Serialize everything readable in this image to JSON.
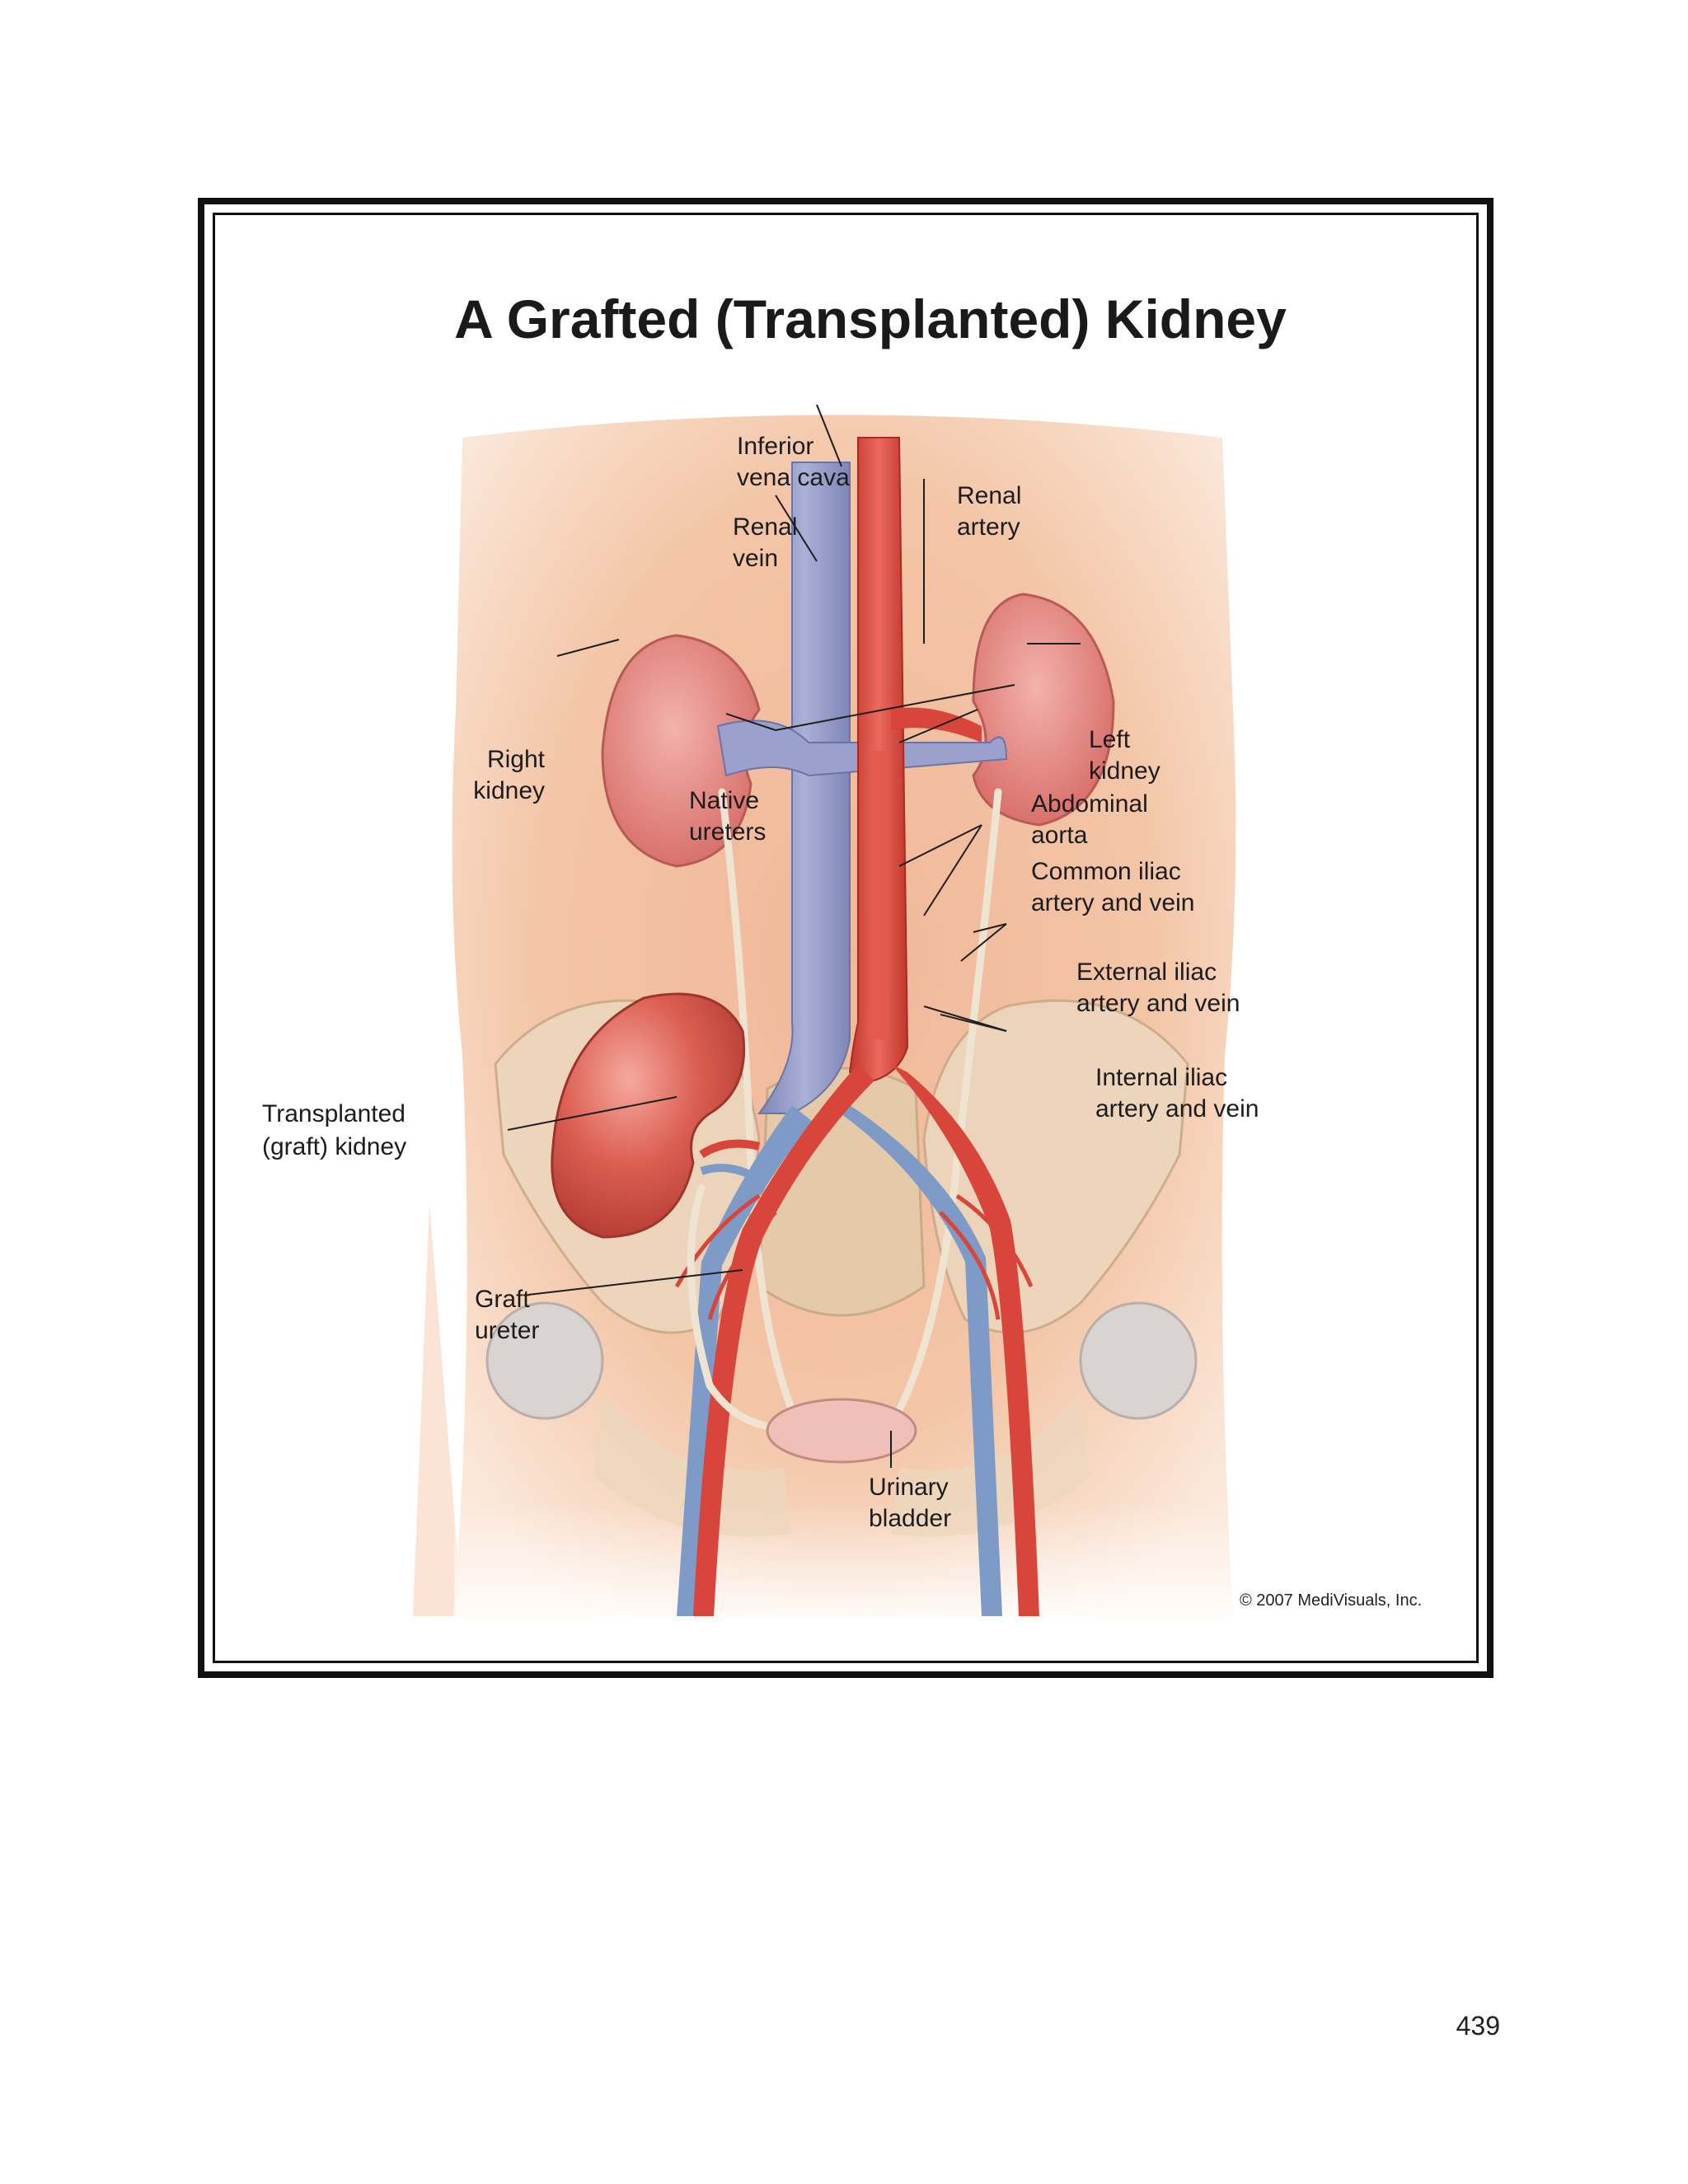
{
  "figure": {
    "title": "A Grafted (Transplanted) Kidney",
    "copyright": "© 2007 MediVisuals, Inc.",
    "labels": {
      "inferior_vena_cava": [
        "Inferior",
        "vena cava"
      ],
      "renal_vein": [
        "Renal",
        "vein"
      ],
      "renal_artery": [
        "Renal",
        "artery"
      ],
      "right_kidney": [
        "Right",
        "kidney"
      ],
      "left_kidney": [
        "Left",
        "kidney"
      ],
      "native_ureters": [
        "Native",
        "ureters"
      ],
      "abdominal_aorta": [
        "Abdominal",
        "aorta"
      ],
      "common_iliac": [
        "Common iliac",
        "artery and vein"
      ],
      "external_iliac": [
        "External iliac",
        "artery and vein"
      ],
      "internal_iliac": [
        "Internal iliac",
        "artery and vein"
      ],
      "transplanted_kidney": [
        "Transplanted",
        "(graft) kidney"
      ],
      "graft_ureter": [
        "Graft",
        "ureter"
      ],
      "urinary_bladder": [
        "Urinary",
        "bladder"
      ]
    }
  },
  "page": {
    "number": "439"
  },
  "colors": {
    "skin": "#f3c6a6",
    "skin_deep": "#e9a98a",
    "kidney": "#e48a85",
    "graft_kidney": "#d85f55",
    "artery": "#d8453a",
    "vein": "#8f97c2",
    "bone": "#ead8c0",
    "ureter": "#efe4d2"
  }
}
